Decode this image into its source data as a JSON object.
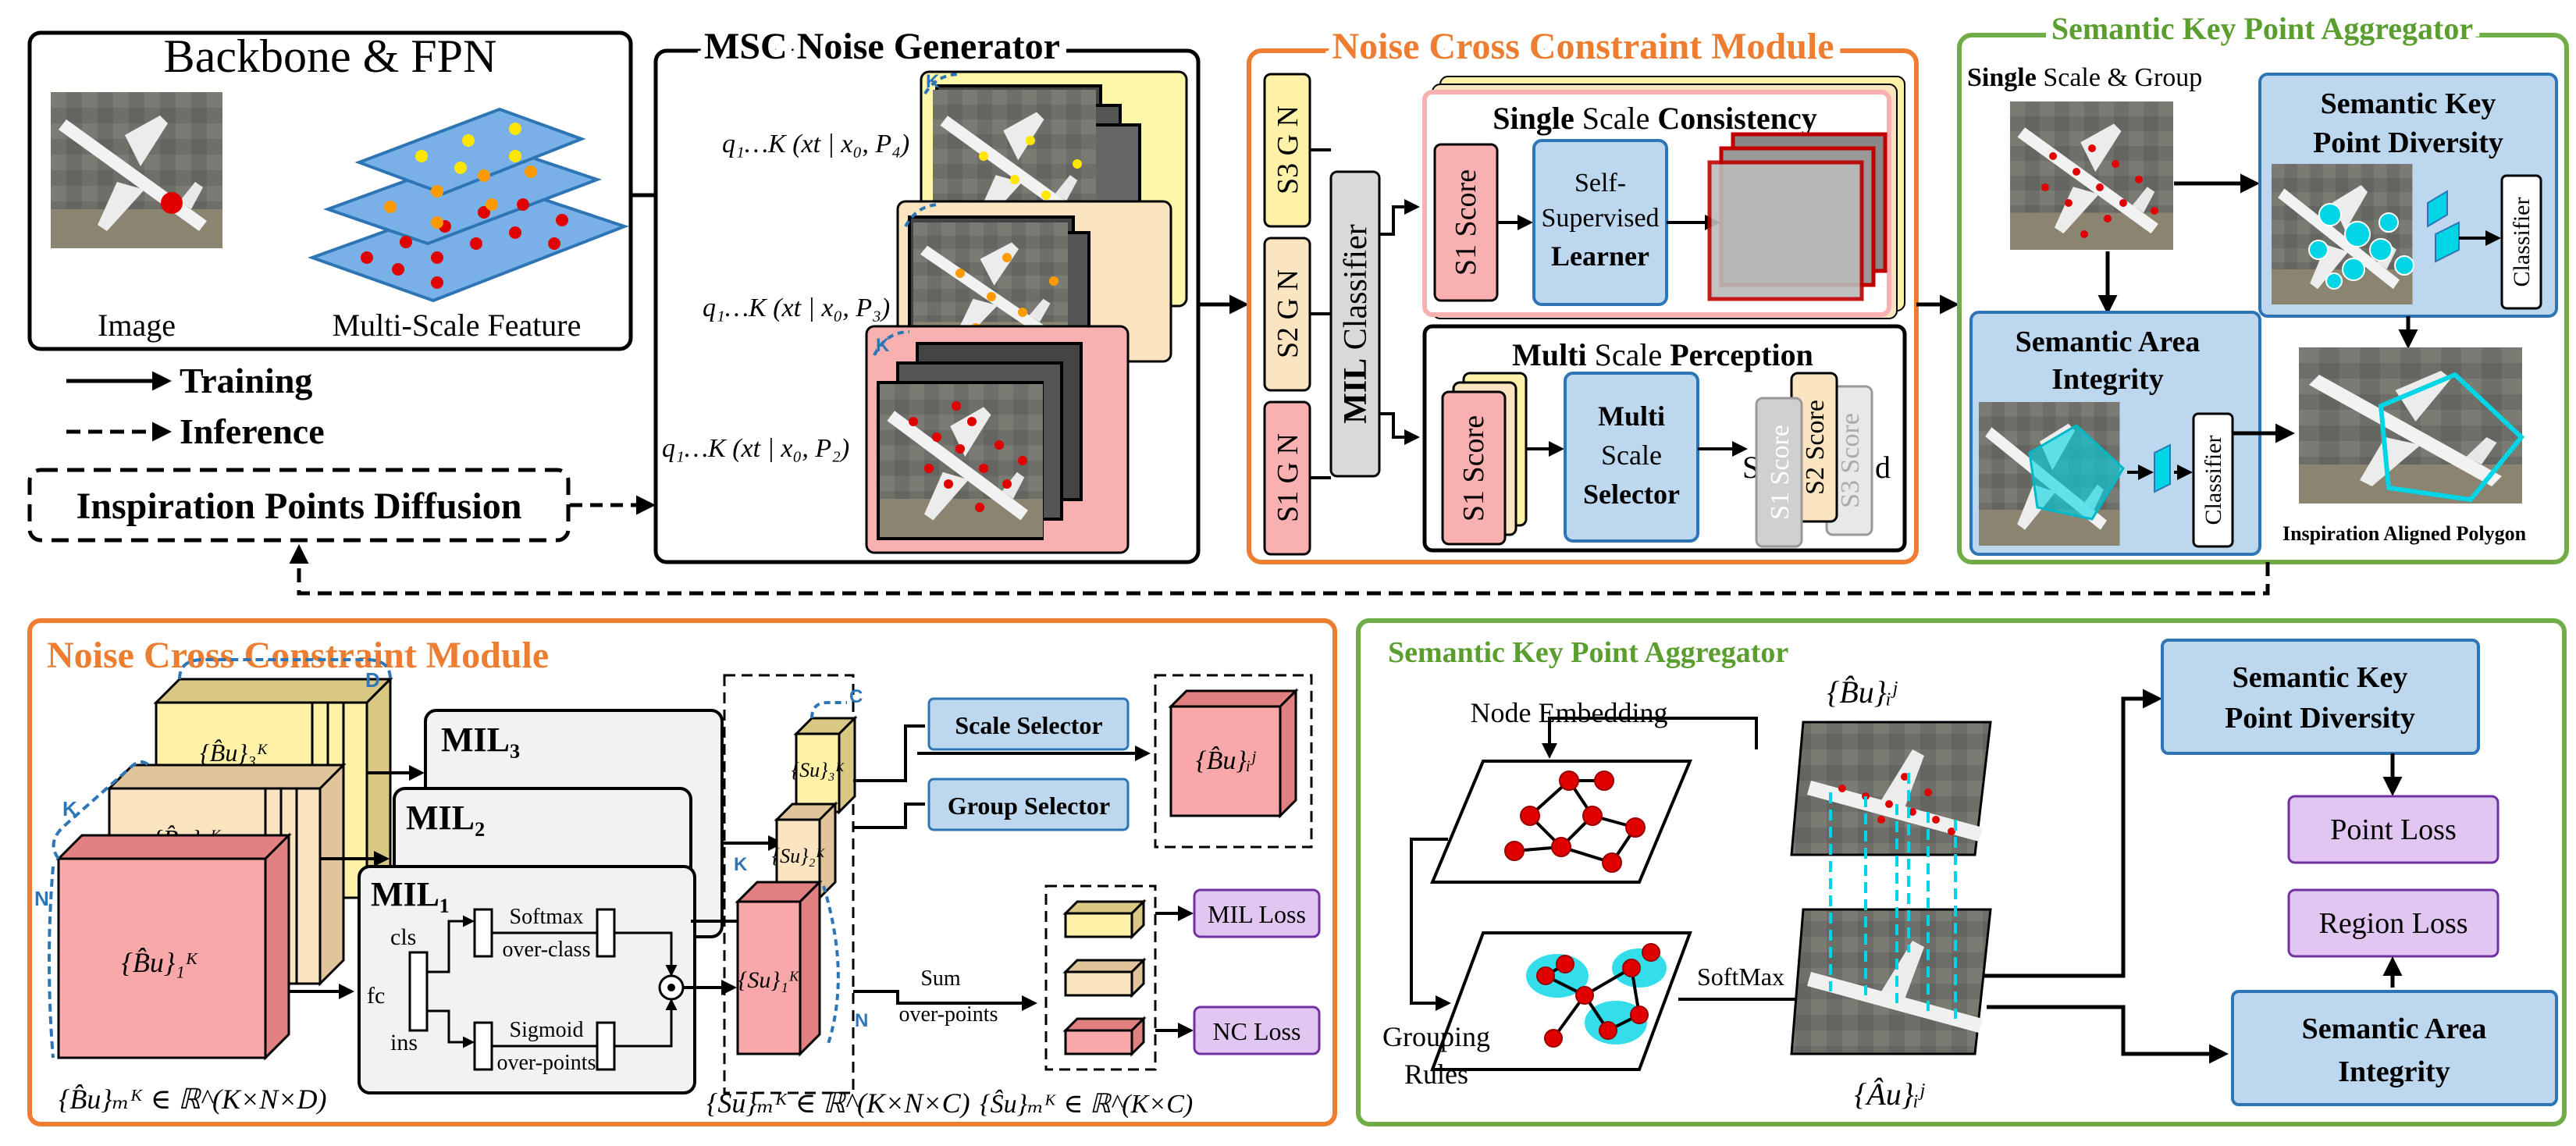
{
  "colors": {
    "orange": "#ed7d31",
    "green": "#70ad47",
    "title_green": "#5a9e2f",
    "blue_box": "#bdd7ee",
    "blue_border": "#2e75b6",
    "pink": "#f8b0b0",
    "pink_border": "#c00000",
    "yellow": "#fff2a8",
    "cream": "#fbe5c0",
    "purple": "#e2c6f2",
    "purple_border": "#7030a0",
    "gray": "#d9d9d9",
    "cyan": "#00d5e5",
    "red_dot": "#e00000"
  },
  "top": {
    "backbone": {
      "title": "Backbone & FPN",
      "image_label": "Image",
      "feature_label": "Multi-Scale Feature"
    },
    "legend": {
      "training": "Training",
      "inference": "Inference"
    },
    "ipd": {
      "label": "Inspiration Points Diffusion"
    },
    "msc": {
      "title": "MSC Noise Generator",
      "q4": "q₁…K (xt | x₀, P₄)",
      "q3": "q₁…K (xt | x₀, P₃)",
      "q2": "q₁…K (xt | x₀, P₂)",
      "k": "K"
    },
    "nccm": {
      "title": "Noise Cross Constraint Module",
      "s3": "S3 G N",
      "s2": "S2 G N",
      "s1": "S1 G N",
      "mil_bold": "MIL",
      "mil_rest": " Classifier",
      "ssc_title_a": "Single",
      "ssc_title_b": " Scale ",
      "ssc_title_c": "Consistency",
      "s1score": "S1 Score",
      "ssl_1": "Self-",
      "ssl_2": "Supervised",
      "ssl_3": "Learner",
      "msp_title_a": "Multi",
      "msp_title_b": " Scale ",
      "msp_title_c": "Perception",
      "mss_1": "Multi",
      "mss_2": "Scale",
      "mss_3": "Selector",
      "score_s1": "S1 Score",
      "score_s2": "S2 Score",
      "score_s3": "S3 Score",
      "stray_s": "S",
      "stray_d": "d"
    },
    "skpa": {
      "title": "Semantic Key Point Aggregator",
      "ssg_bold": "Single",
      "ssg_rest": " Scale & Group",
      "diversity_1": "Semantic Key",
      "diversity_2": "Point Diversity",
      "integrity_1": "Semantic Area",
      "integrity_2": "Integrity",
      "classifier": "Classifier",
      "iap": "Inspiration Aligned Polygon"
    }
  },
  "bottom_left": {
    "title": "Noise Cross Constraint Module",
    "d": "D",
    "k": "K",
    "n": "N",
    "c": "C",
    "b3": "{B̂u}₃ᴷ",
    "b2": "{B̂u}₂ᴷ",
    "b1": "{B̂u}₁ᴷ",
    "mil3": "MIL₃",
    "mil2": "MIL₂",
    "mil1": "MIL₁",
    "cls": "cls",
    "fc": "fc",
    "ins": "ins",
    "softmax_1": "Softmax",
    "softmax_2": "over-class",
    "sigmoid_1": "Sigmoid",
    "sigmoid_2": "over-points",
    "s3": "{Su}₃ᴷ",
    "s2": "{Su}₂ᴷ",
    "s1": "{Su}₁ᴷ",
    "scale_selector": "Scale Selector",
    "group_selector": "Group Selector",
    "bij": "{B̂u}ᵢʲ",
    "sum_1": "Sum",
    "sum_2": "over-points",
    "mil_loss": "MIL Loss",
    "nc_loss": "NC Loss",
    "formula1": "{B̂u}ₘᴷ ∈ ℝ^(K×N×D)",
    "formula2": "{Su}ₘᴷ ∈ ℝ^(K×N×C)",
    "formula3": "{Ŝu}ₘᴷ ∈ ℝ^(K×C)"
  },
  "bottom_right": {
    "title": "Semantic Key Point Aggregator",
    "bij": "{B̂u}ᵢʲ",
    "aij": "{Âu}ᵢʲ",
    "node_embedding": "Node Embedding",
    "grouping_1": "Grouping",
    "grouping_2": "Rules",
    "softmax": "SoftMax",
    "diversity_1": "Semantic Key",
    "diversity_2": "Point Diversity",
    "point_loss": "Point Loss",
    "region_loss": "Region Loss",
    "integrity_1": "Semantic Area",
    "integrity_2": "Integrity"
  }
}
